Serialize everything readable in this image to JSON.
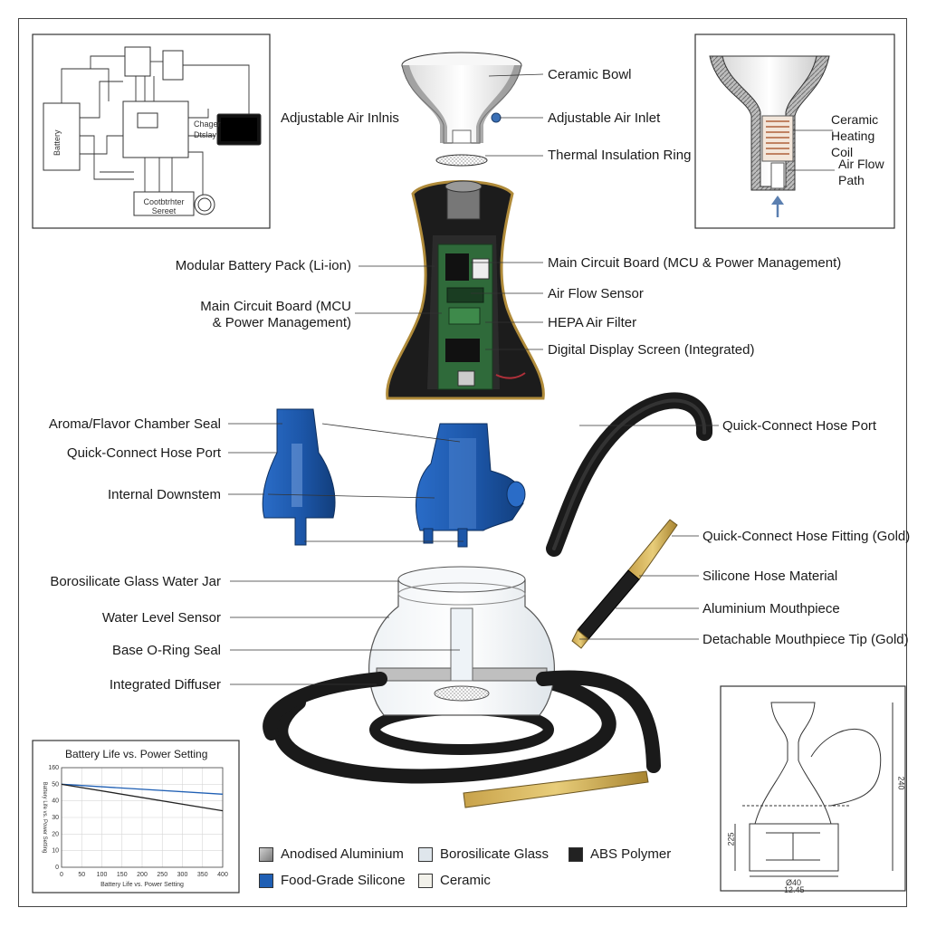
{
  "schematic": {
    "battery_label": "Battery",
    "controller_label": "Cootbtrhter Sereet",
    "charger_label": "Chager",
    "display_label": "Dtslay"
  },
  "bowl_section": {
    "coil_label": "Ceramic Heating Coil",
    "airflow_label": "Air Flow Path"
  },
  "labels_left": [
    "Adjustable Air Inlnis",
    "Modular Battery Pack (Li-ion)",
    "Main Circuit Board (MCU & Power Management)",
    "Aroma/Flavor Chamber Seal",
    "Quick-Connect Hose Port",
    "Internal Downstem",
    "Borosilicate Glass Water Jar",
    "Water Level Sensor",
    "Base O-Ring Seal",
    "Integrated Diffuser"
  ],
  "labels_right": [
    "Ceramic Bowl",
    "Adjustable Air Inlet",
    "Thermal Insulation Ring",
    "Main Circuit Board (MCU & Power Management)",
    "Air Flow Sensor",
    "HEPA Air Filter",
    "Digital Display Screen (Integrated)",
    "Quick-Connect Hose Port",
    "Quick-Connect Hose Fitting (Gold)",
    "Silicone Hose Material",
    "Aluminium Mouthpiece",
    "Detachable Mouthpiece Tip (Gold)"
  ],
  "legend": [
    {
      "label": "Anodised Aluminium",
      "color": "#9a9a9a"
    },
    {
      "label": "Borosilicate Glass",
      "color": "#dfe6ec"
    },
    {
      "label": "ABS Polymer",
      "color": "#222222"
    },
    {
      "label": "Food-Grade Silicone",
      "color": "#1f5fb4"
    },
    {
      "label": "Ceramic",
      "color": "#f2f1ea"
    }
  ],
  "dimension_labels": {
    "width": "Ø40",
    "height": "12.45",
    "side_a": "240",
    "side_b": "225"
  },
  "chart_data": {
    "type": "line",
    "title": "Battery Life vs. Power Setting",
    "xlabel": "Battery Life vs. Power Setting",
    "ylabel": "Battery Life vs. Power Setting",
    "x_ticks": [
      "0",
      "50",
      "100",
      "150",
      "200",
      "250",
      "300",
      "350",
      "400"
    ],
    "y_ticks": [
      "0",
      "10",
      "20",
      "30",
      "40",
      "50",
      "160"
    ],
    "xlim": [
      0,
      400
    ],
    "ylim": [
      0,
      60
    ],
    "grid": true,
    "series": [
      {
        "color": "#1f5fb4",
        "x": [
          0,
          400
        ],
        "y": [
          50,
          44
        ]
      },
      {
        "color": "#222222",
        "x": [
          0,
          400
        ],
        "y": [
          50,
          34
        ]
      }
    ]
  }
}
